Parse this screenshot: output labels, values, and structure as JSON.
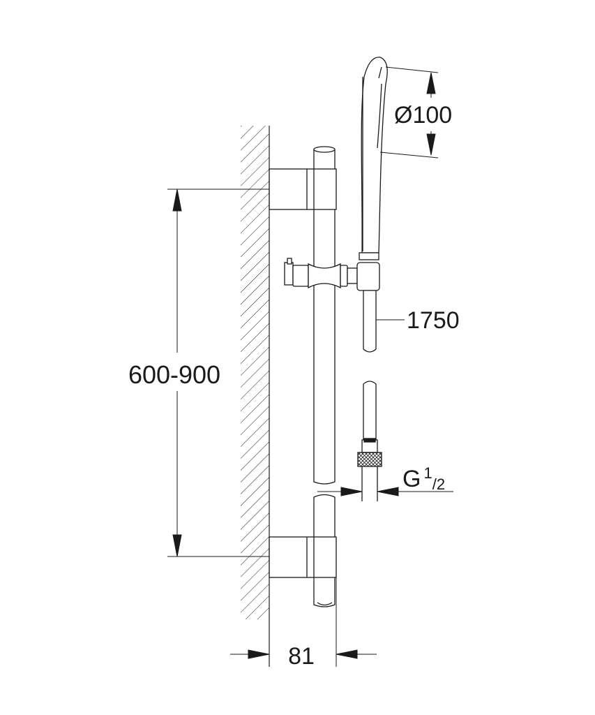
{
  "dimensions": {
    "height_range": "600-900",
    "head_diameter": "Ø100",
    "hose_length": "1750",
    "thread": {
      "main": "G",
      "sup": "1",
      "sub": "/2"
    },
    "bracket_depth": "81"
  },
  "colors": {
    "line": "#1a1a1a",
    "background": "#ffffff"
  }
}
